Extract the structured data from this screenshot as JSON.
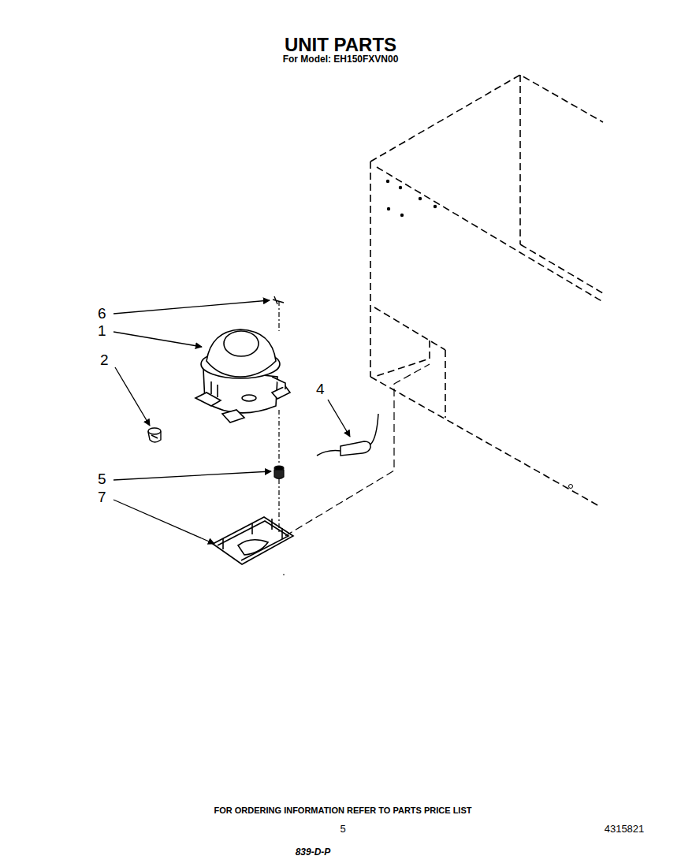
{
  "diagram": {
    "title": "UNIT PARTS",
    "labels": [
      "For Model: EH150FXVN00",
      "6",
      "1",
      "2",
      "4",
      "5",
      "7",
      "FOR ORDERING INFORMATION REFER TO PARTS PRICE LIST",
      "5",
      "4315821",
      "839-D-P"
    ]
  }
}
